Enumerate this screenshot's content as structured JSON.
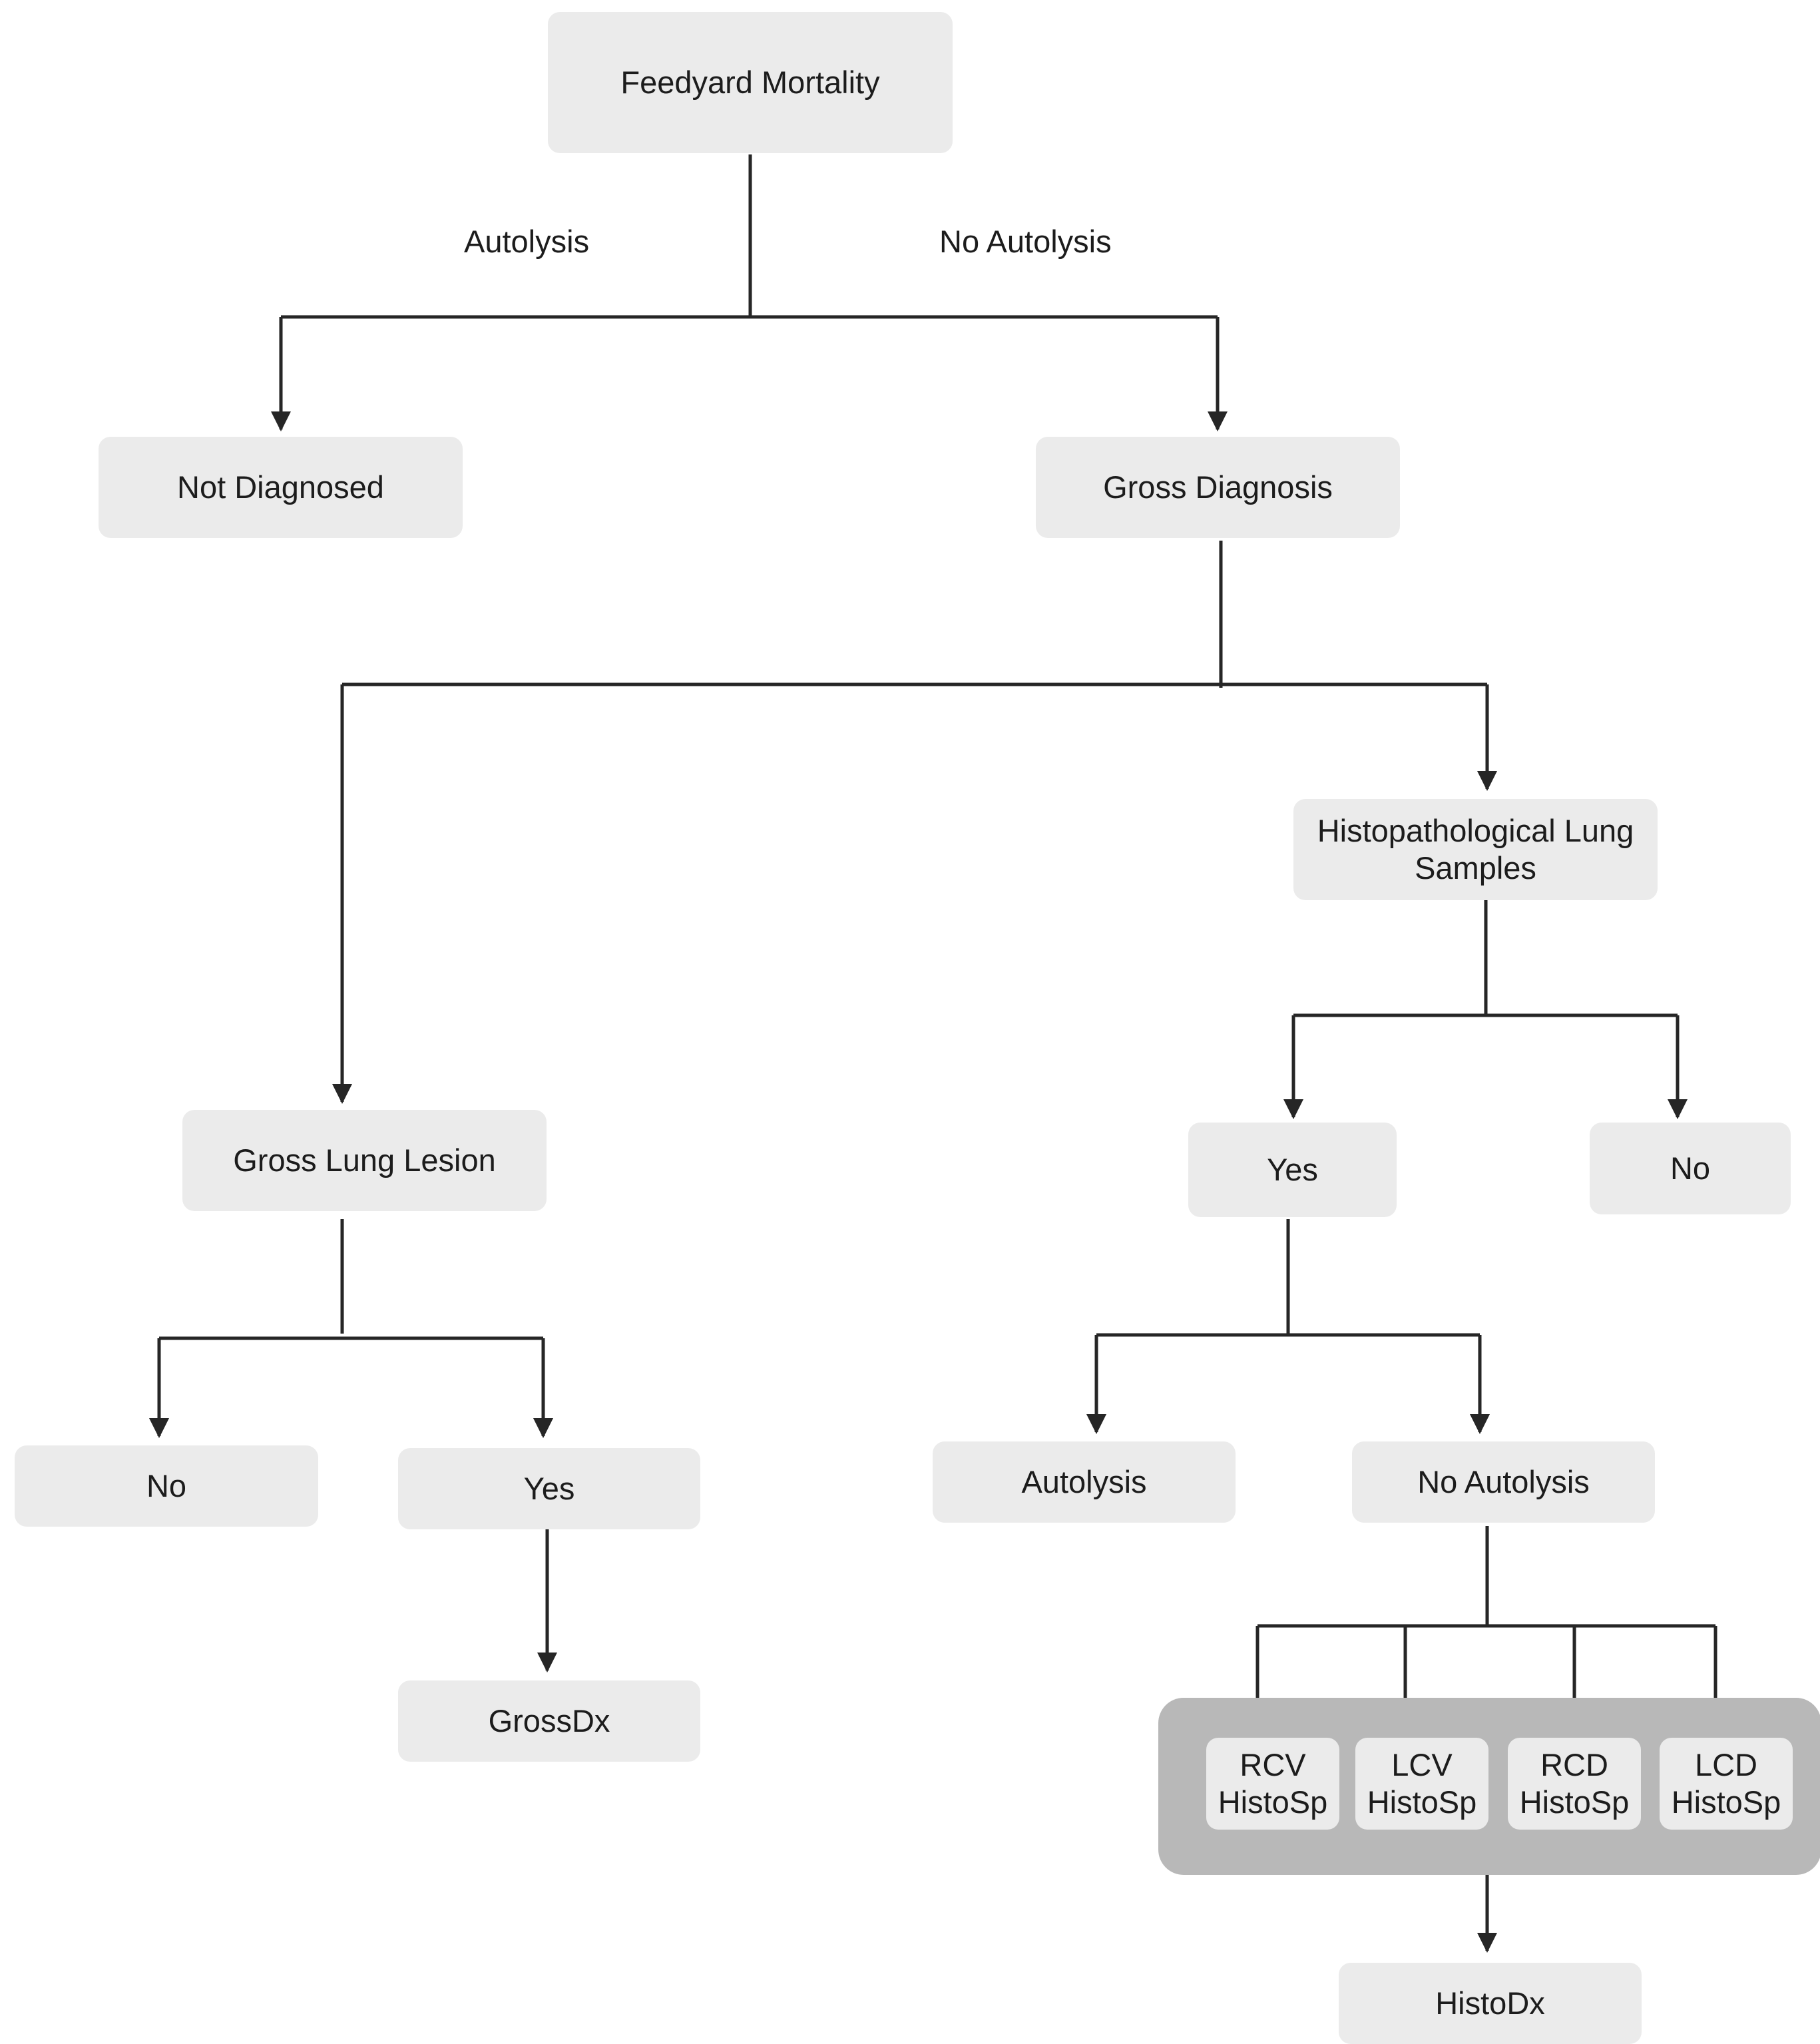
{
  "nodes": {
    "root": "Feedyard Mortality",
    "not_diagnosed": "Not Diagnosed",
    "gross_diagnosis": "Gross Diagnosis",
    "histo_samples": "Histopathological Lung\nSamples",
    "gross_lung_lesion": "Gross Lung Lesion",
    "histo_yes": "Yes",
    "histo_no": "No",
    "lesion_no": "No",
    "lesion_yes": "Yes",
    "histo_autolysis": "Autolysis",
    "histo_no_autolysis": "No Autolysis",
    "grossdx": "GrossDx",
    "rcv": "RCV\nHistoSp",
    "lcv": "LCV\nHistoSp",
    "rcd": "RCD\nHistoSp",
    "lcd": "LCD\nHistoSp",
    "histodx": "HistoDx"
  },
  "edge_labels": {
    "autolysis": "Autolysis",
    "no_autolysis": "No Autolysis"
  },
  "colors": {
    "node_fill": "#ebebeb",
    "group_fill": "#b8b8b8",
    "line": "#262626",
    "text": "#1c1c1c"
  }
}
